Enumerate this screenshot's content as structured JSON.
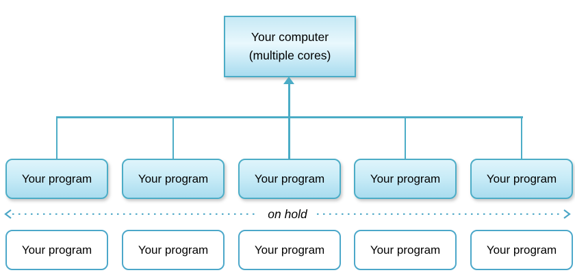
{
  "computer_box": {
    "line1": "Your computer",
    "line2": "(multiple cores)"
  },
  "hold_label": "on hold",
  "active_programs": [
    {
      "label": "Your program"
    },
    {
      "label": "Your program"
    },
    {
      "label": "Your program"
    },
    {
      "label": "Your program"
    },
    {
      "label": "Your program"
    }
  ],
  "held_programs": [
    {
      "label": "Your program"
    },
    {
      "label": "Your program"
    },
    {
      "label": "Your program"
    },
    {
      "label": "Your program"
    },
    {
      "label": "Your program"
    }
  ],
  "colors": {
    "accent": "#4BACC6",
    "box_fill_top": "#DFF4FB",
    "box_fill_bottom": "#A9DCEF",
    "text": "#000000"
  }
}
